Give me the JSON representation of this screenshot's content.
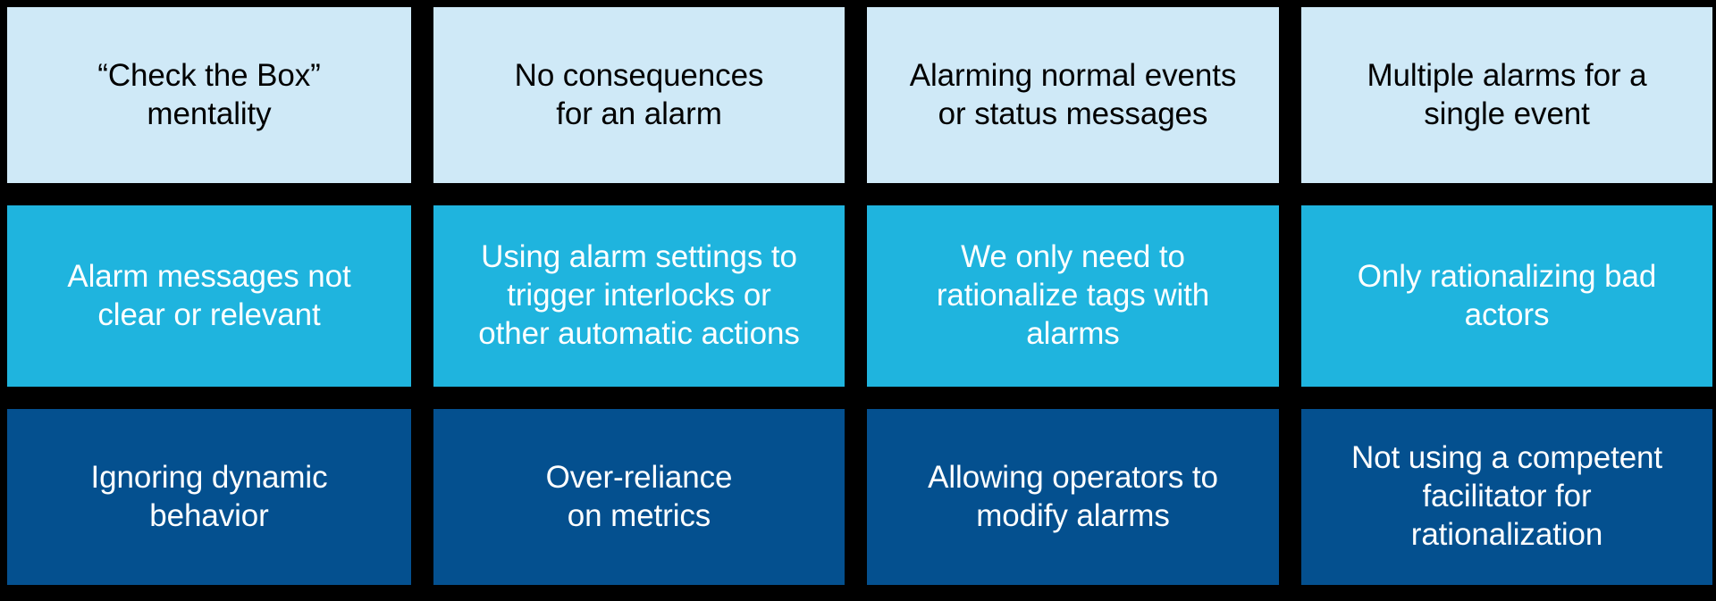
{
  "background_color": "#000000",
  "grid": {
    "columns": 4,
    "rows": 3,
    "row_tiers": [
      {
        "name": "tier-light",
        "fill_color": "#cfe9f7",
        "text_color": "#000000"
      },
      {
        "name": "tier-mid",
        "fill_color": "#1fb4de",
        "text_color": "#ffffff"
      },
      {
        "name": "tier-dark",
        "fill_color": "#04508f",
        "text_color": "#ffffff"
      }
    ]
  },
  "cells": [
    {
      "id": "r1c1",
      "row": 1,
      "col": 1,
      "text": "“Check the Box”\nmentality"
    },
    {
      "id": "r1c2",
      "row": 1,
      "col": 2,
      "text": "No consequences\nfor an alarm"
    },
    {
      "id": "r1c3",
      "row": 1,
      "col": 3,
      "text": "Alarming normal events\nor status messages"
    },
    {
      "id": "r1c4",
      "row": 1,
      "col": 4,
      "text": "Multiple alarms for a\nsingle event"
    },
    {
      "id": "r2c1",
      "row": 2,
      "col": 1,
      "text": "Alarm messages not\nclear or relevant"
    },
    {
      "id": "r2c2",
      "row": 2,
      "col": 2,
      "text": "Using alarm settings to\ntrigger interlocks or\nother automatic actions"
    },
    {
      "id": "r2c3",
      "row": 2,
      "col": 3,
      "text": "We only need to\nrationalize tags with\nalarms"
    },
    {
      "id": "r2c4",
      "row": 2,
      "col": 4,
      "text": "Only rationalizing bad\nactors"
    },
    {
      "id": "r3c1",
      "row": 3,
      "col": 1,
      "text": "Ignoring dynamic\nbehavior"
    },
    {
      "id": "r3c2",
      "row": 3,
      "col": 2,
      "text": "Over-reliance\non metrics"
    },
    {
      "id": "r3c3",
      "row": 3,
      "col": 3,
      "text": "Allowing operators to\nmodify alarms"
    },
    {
      "id": "r3c4",
      "row": 3,
      "col": 4,
      "text": "Not using a competent\nfacilitator for\nrationalization"
    }
  ]
}
